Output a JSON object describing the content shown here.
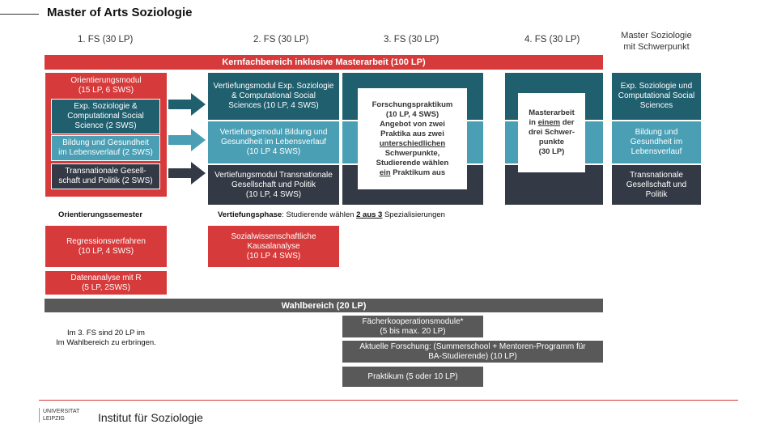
{
  "header": {
    "title": "Master of Arts Soziologie"
  },
  "semesters": {
    "fs1": "1. FS (30 LP)",
    "fs2": "2. FS (30 LP)",
    "fs3": "3. FS (30 LP)",
    "fs4": "4. FS (30 LP)",
    "master_line1": "Master Soziologie",
    "master_line2": "mit Schwerpunkt"
  },
  "kernfach": {
    "bar": "Kernfachbereich inklusive Masterarbeit (100 LP)"
  },
  "orientierung": {
    "title_line1": "Orientierungsmodul",
    "title_line2": "(15 LP, 6 SWS)",
    "mod1_l1": "Exp. Soziologie &",
    "mod1_l2": "Computational Social",
    "mod1_l3": "Science (2 SWS)",
    "mod2_l1": "Bildung und Gesundheit",
    "mod2_l2": "im Lebensverlauf (2 SWS)",
    "mod3_l1": "Transnationale Gesell-",
    "mod3_l2": "schaft und Politik  (2 SWS)",
    "label": "Orientierungssemester"
  },
  "vertiefung": {
    "mod1_l1": "Vertiefungsmodul Exp. Soziologie",
    "mod1_l2": "& Computational Social",
    "mod1_l3": "Sciences (10 LP, 4 SWS)",
    "mod2_l1": "Vertiefungsmodul Bildung und",
    "mod2_l2": "Gesundheit im Lebensverlauf",
    "mod2_l3": "(10 LP 4 SWS)",
    "mod3_l1": "Vertiefungsmodul Transnationale",
    "mod3_l2": "Gesellschaft und Politik",
    "mod3_l3": "(10 LP, 4 SWS)",
    "label_bold": "Vertiefungsphase",
    "label_rest1": ": Studierende wählen ",
    "label_underline": "2 aus 3",
    "label_rest2": " Spezialisierungen"
  },
  "forschung": {
    "l1": "Forschungspraktikum",
    "l2": "(10 LP, 4 SWS)",
    "l3": "Angebot von zwei",
    "l4": "Praktika aus zwei",
    "l5": "unterschiedlichen",
    "l6": "Schwerpunkte,",
    "l7": "Studierende wählen",
    "l8a": "ein",
    "l8b": " Praktikum aus"
  },
  "masterarbeit": {
    "l1": "Masterarbeit",
    "l2a": "in ",
    "l2b": "einem",
    "l2c": " der",
    "l3": "drei Schwer-",
    "l4": "punkte",
    "l5": "(30 LP)"
  },
  "schwerpunkt": {
    "s1_l1": "Exp. Soziologie und",
    "s1_l2": "Computational Social",
    "s1_l3": "Sciences",
    "s2_l1": "Bildung und",
    "s2_l2": "Gesundheit im",
    "s2_l3": "Lebensverlauf",
    "s3_l1": "Transnationale",
    "s3_l2": "Gesellschaft und",
    "s3_l3": "Politik"
  },
  "methods": {
    "reg_l1": "Regressionsverfahren",
    "reg_l2": "(10 LP,  4 SWS)",
    "dat_l1": "Datenanalyse mit R",
    "dat_l2": "(5 LP, 2SWS)",
    "kausal_l1": "Sozialwissenschaftliche",
    "kausal_l2": "Kausalanalyse",
    "kausal_l3": "(10 LP 4 SWS)"
  },
  "wahl": {
    "bar": "Wahlbereich (20 LP)",
    "note_l1": "Im 3. FS sind 20 LP im",
    "note_l2": "Im Wahlbereich zu erbringen.",
    "item1_l1": "Fächerkooperationsmodule*",
    "item1_l2": "(5 bis max. 20 LP)",
    "item2_l1": "Aktuelle Forschung: (Summerschool + Mentoren-Programm für",
    "item2_l2": "BA-Studierende) (10 LP)",
    "item3": "Praktikum  (5 oder 10 LP)"
  },
  "footer": {
    "logo_l1": "UNIVERSITAT",
    "logo_l2": "LEIPZIG",
    "institute": "Institut  für Soziologie"
  },
  "colors": {
    "red": "#d63a3a",
    "teal": "#1f5f6e",
    "light_teal": "#4a9fb5",
    "dark": "#343a45",
    "gray": "#595959"
  }
}
